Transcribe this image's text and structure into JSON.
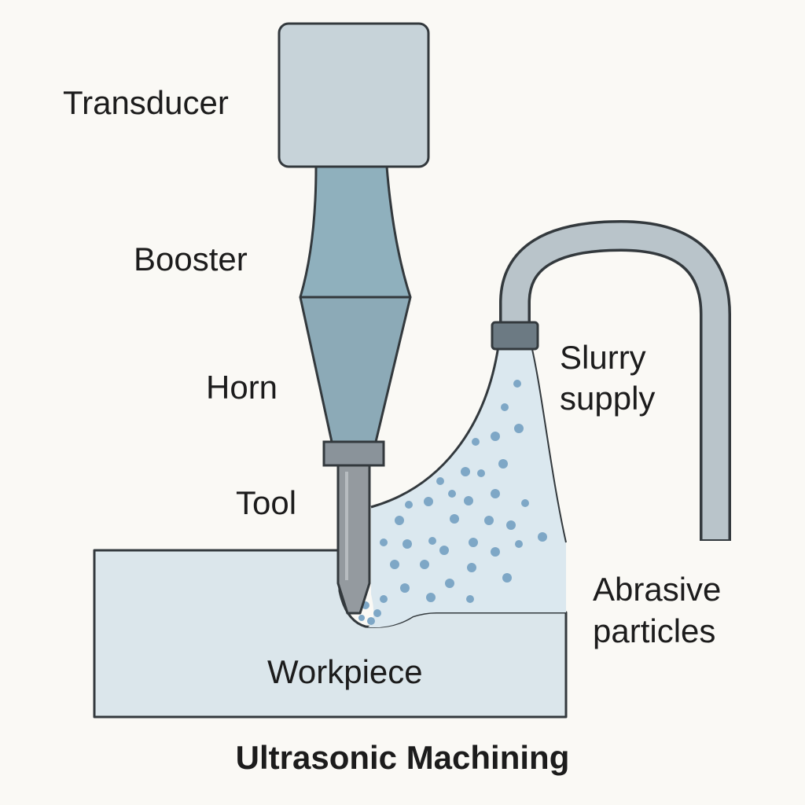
{
  "title": "Ultrasonic Machining",
  "labels": {
    "transducer": "Transducer",
    "booster": "Booster",
    "horn": "Horn",
    "tool": "Tool",
    "slurry_supply_line1": "Slurry",
    "slurry_supply_line2": "supply",
    "abrasive_line1": "Abrasive",
    "abrasive_line2": "particles",
    "workpiece": "Workpiece"
  },
  "colors": {
    "background": "#faf9f5",
    "outline": "#33393d",
    "transducer_fill": "#c7d3d9",
    "booster_fill": "#8fb0bd",
    "horn_fill": "#8caab7",
    "collar_fill": "#8a939a",
    "tool_fill": "#949a9f",
    "workpiece_fill": "#dbe6eb",
    "slurry_fill": "#dbe8ef",
    "particle": "#7ea7c6",
    "pipe_fill": "#b9c4ca",
    "nozzle_fill": "#6c7a83"
  }
}
